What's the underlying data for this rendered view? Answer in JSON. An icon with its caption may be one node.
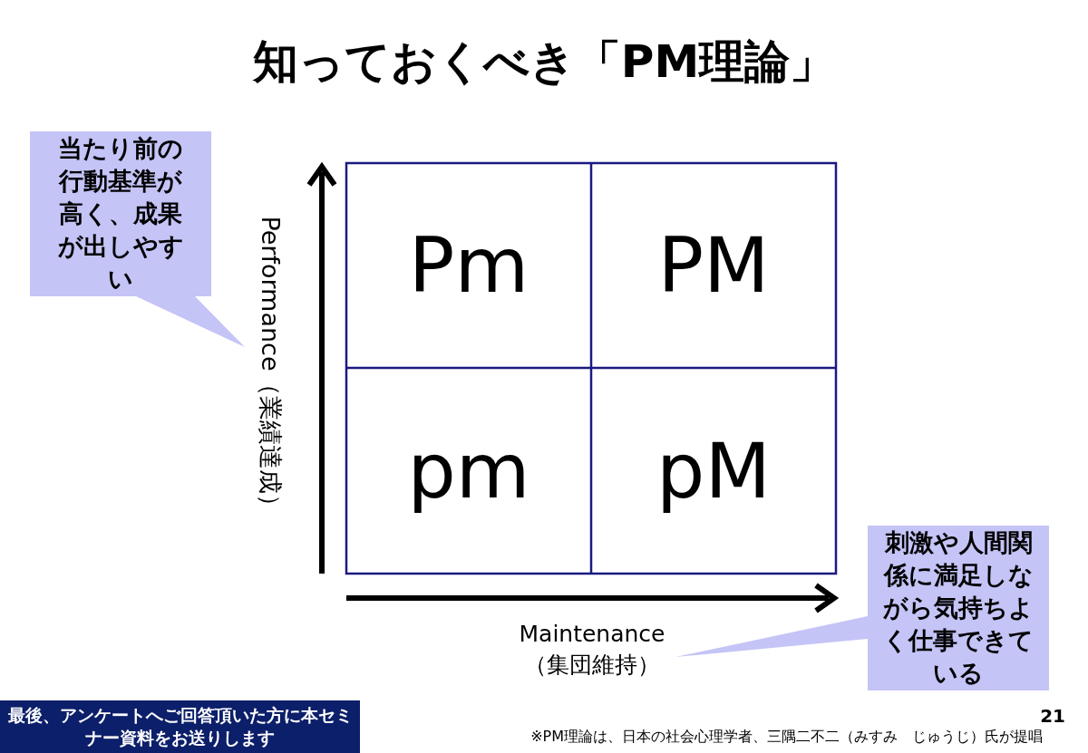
{
  "diagram": {
    "title": "知っておくべき「PM理論」",
    "nodes": [
      {
        "text": [
          "当たり前の行動基準が高く、成果が出しやすい"
        ]
      },
      {
        "text": [
          "Pm"
        ]
      },
      {
        "text": [
          "PM"
        ]
      },
      {
        "text": [
          "pm"
        ]
      },
      {
        "text": [
          "pM"
        ]
      },
      {
        "text": [
          "刺激や人間関係に満足しながら気持ちよく仕事できている"
        ]
      },
      {
        "text": [
          "最後、アンケートへご回答頂いた方に本セミナー資料をお送りします"
        ]
      }
    ],
    "edges": [],
    "labels": [
      "Performance（業績達成）",
      "Maintenance （集団維持）",
      "21",
      "※PM理論は、日本の社会心理学者、三隅二不二（みすみ　じゅうじ）氏が提唱"
    ]
  }
}
